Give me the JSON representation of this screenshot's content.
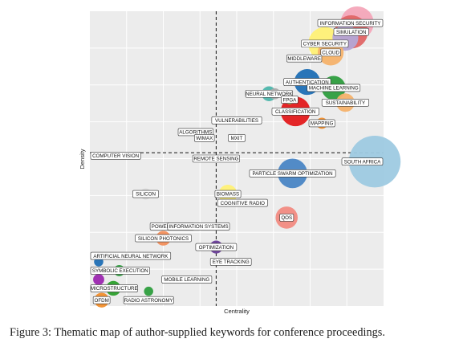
{
  "caption": "Figure 3: Thematic map of author-supplied keywords for conference proceedings.",
  "chart_data": {
    "type": "scatter",
    "title": "",
    "xlabel": "Centrality",
    "ylabel": "Density",
    "xlim": [
      0,
      100
    ],
    "ylim": [
      0,
      100
    ],
    "x_divider": 43,
    "y_divider": 52,
    "grid": true,
    "legend": "none",
    "points": [
      {
        "label": "INFORMATION SECURITY",
        "x": 91,
        "y": 96,
        "size": 9,
        "color": "#f4a7b9"
      },
      {
        "label": "SIMULATION",
        "x": 89,
        "y": 93,
        "size": 9,
        "color": "#e06666"
      },
      {
        "label": "",
        "x": 87,
        "y": 91,
        "size": 7,
        "color": "#b4a7d6"
      },
      {
        "label": "CYBER SECURITY",
        "x": 80,
        "y": 89,
        "size": 9,
        "color": "#fff176"
      },
      {
        "label": "CLOUD",
        "x": 82,
        "y": 86,
        "size": 7,
        "color": "#f6b26b"
      },
      {
        "label": "MIDDLEWARE",
        "x": 73,
        "y": 84,
        "size": 0,
        "color": "#cccccc"
      },
      {
        "label": "AUTHENTICATION",
        "x": 74,
        "y": 76,
        "size": 7,
        "color": "#1f6fb5"
      },
      {
        "label": "MACHINE LEARNING",
        "x": 83,
        "y": 74,
        "size": 6.5,
        "color": "#2e9e3e"
      },
      {
        "label": "NEURAL NETWORK",
        "x": 61,
        "y": 72,
        "size": 4,
        "color": "#4db6ac"
      },
      {
        "label": "",
        "x": 63,
        "y": 72,
        "size": 3,
        "color": "#aaaaaa"
      },
      {
        "label": "FPGA",
        "x": 68,
        "y": 70,
        "size": 2.5,
        "color": "#8bc34a"
      },
      {
        "label": "SUSTAINABILITY",
        "x": 87,
        "y": 69,
        "size": 5,
        "color": "#f6b26b"
      },
      {
        "label": "CLASSIFICATION",
        "x": 70,
        "y": 66,
        "size": 8,
        "color": "#e31a1c"
      },
      {
        "label": "VULNERABILITIES",
        "x": 50,
        "y": 63,
        "size": 0,
        "color": "#cccccc"
      },
      {
        "label": "ALGORITHMS",
        "x": 36,
        "y": 59,
        "size": 2,
        "color": "#c5e1a5"
      },
      {
        "label": "MAPPING",
        "x": 79,
        "y": 62,
        "size": 3,
        "color": "#f28e2b"
      },
      {
        "label": "WIMAX",
        "x": 39,
        "y": 57,
        "size": 0,
        "color": "#cccccc"
      },
      {
        "label": "MXIT",
        "x": 50,
        "y": 57,
        "size": 0,
        "color": "#cccccc"
      },
      {
        "label": "SOUTH AFRICA",
        "x": 97,
        "y": 49,
        "size": 14,
        "color": "#9ecae1"
      },
      {
        "label": "COMPUTER VISION",
        "x": 5,
        "y": 51,
        "size": 1.5,
        "color": "#e31a1c"
      },
      {
        "label": "REMOTE SENSING",
        "x": 43,
        "y": 50,
        "size": 0,
        "color": "#cccccc"
      },
      {
        "label": "PARTICLE SWARM OPTIMIZATION",
        "x": 69,
        "y": 45,
        "size": 8,
        "color": "#4a86c5"
      },
      {
        "label": "BIOMASS",
        "x": 47,
        "y": 38,
        "size": 5,
        "color": "#fff176"
      },
      {
        "label": "SILICON",
        "x": 19,
        "y": 38,
        "size": 3,
        "color": "#d9d9d9"
      },
      {
        "label": "COGNITIVE RADIO",
        "x": 52,
        "y": 35,
        "size": 0,
        "color": "#cccccc"
      },
      {
        "label": "QOS",
        "x": 67,
        "y": 30,
        "size": 6,
        "color": "#f28b82"
      },
      {
        "label": "POWER QUALITY",
        "x": 28,
        "y": 27,
        "size": 2,
        "color": "#a0522d"
      },
      {
        "label": "INFORMATION SYSTEMS",
        "x": 37,
        "y": 27,
        "size": 2,
        "color": "#80cbc4"
      },
      {
        "label": "SILICON PHOTONICS",
        "x": 25,
        "y": 23,
        "size": 4,
        "color": "#f28e5b"
      },
      {
        "label": "OPTIMIZATION",
        "x": 43,
        "y": 20,
        "size": 3.5,
        "color": "#6a3d9a"
      },
      {
        "label": "ARTIFICIAL NEURAL NETWORK",
        "x": 10,
        "y": 17,
        "size": 0,
        "color": "#cccccc"
      },
      {
        "label": "EYE TRACKING",
        "x": 48,
        "y": 15,
        "size": 2,
        "color": "#fff176"
      },
      {
        "label": "SYMBOLIC EXECUTION",
        "x": 10,
        "y": 12,
        "size": 3,
        "color": "#2e9e3e"
      },
      {
        "label": "MOBILE LEARNING",
        "x": 33,
        "y": 9,
        "size": 0,
        "color": "#cccccc"
      },
      {
        "label": "MICROSTRUCTURE",
        "x": 8,
        "y": 6,
        "size": 4,
        "color": "#2ca02c"
      },
      {
        "label": "OFDM",
        "x": 4,
        "y": 2,
        "size": 4,
        "color": "#f28e2b"
      },
      {
        "label": "RADIO ASTRONOMY",
        "x": 20,
        "y": 2,
        "size": 0,
        "color": "#cccccc"
      },
      {
        "label": "",
        "x": 20,
        "y": 5,
        "size": 2.5,
        "color": "#2e9e3e"
      },
      {
        "label": "",
        "x": 3,
        "y": 15,
        "size": 2.5,
        "color": "#1f6fb5"
      },
      {
        "label": "",
        "x": 3,
        "y": 9,
        "size": 3,
        "color": "#9c27b0"
      }
    ]
  }
}
